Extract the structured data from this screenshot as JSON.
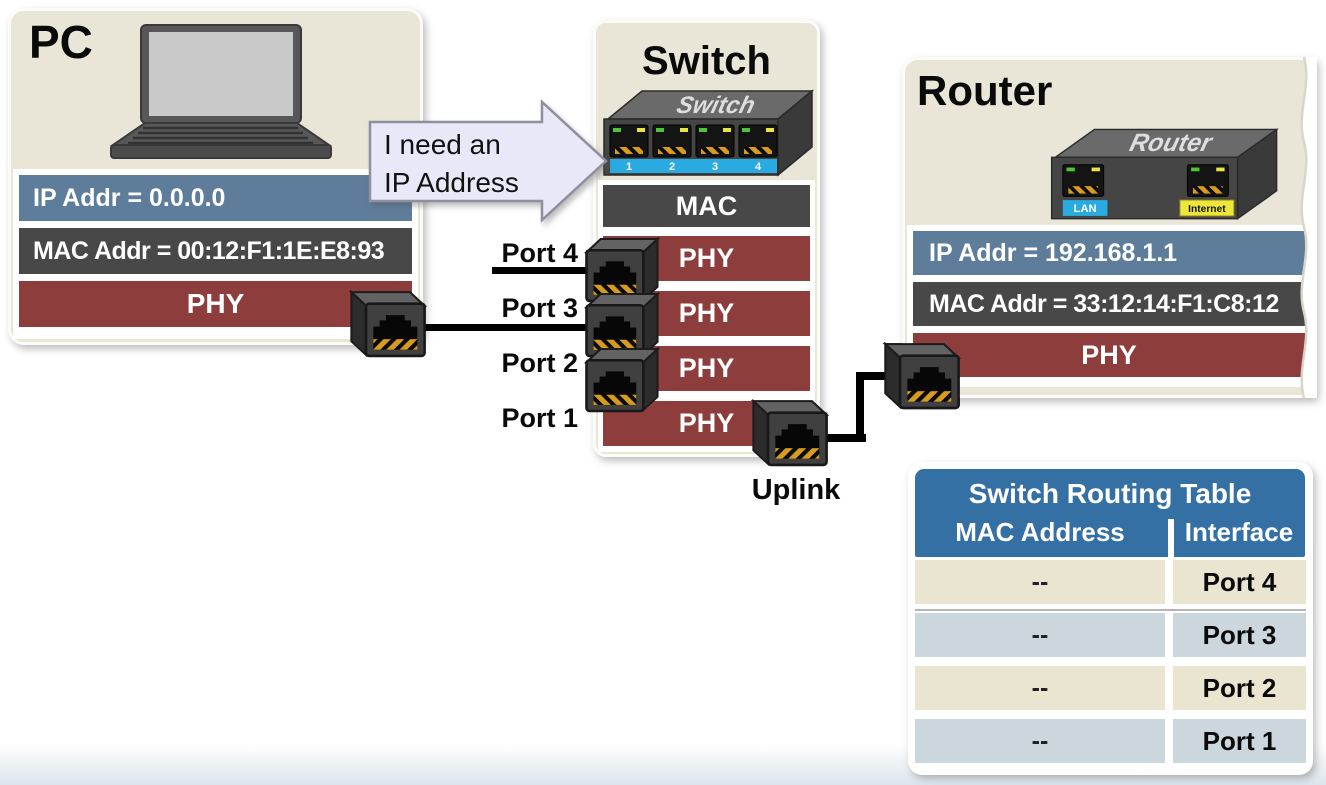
{
  "pc": {
    "title": "PC",
    "ip_bar": "IP Addr = 0.0.0.0",
    "mac_bar": "MAC Addr = 00:12:F1:1E:E8:93",
    "phy_bar": "PHY"
  },
  "callout": {
    "line1": "I need an",
    "line2": "IP Address"
  },
  "switch": {
    "title": "Switch",
    "device_label": "Switch",
    "device_ports": [
      "1",
      "2",
      "3",
      "4"
    ],
    "mac_bar": "MAC",
    "phy_bars": [
      "PHY",
      "PHY",
      "PHY",
      "PHY"
    ],
    "port_labels": [
      "Port 4",
      "Port 3",
      "Port 2",
      "Port 1"
    ],
    "uplink_label": "Uplink"
  },
  "router": {
    "title": "Router",
    "device_label": "Router",
    "lan_port_label": "LAN",
    "internet_port_label": "Internet",
    "ip_bar": "IP Addr = 192.168.1.1",
    "mac_bar": "MAC Addr = 33:12:14:F1:C8:12",
    "phy_bar": "PHY"
  },
  "routing_table": {
    "title": "Switch Routing Table",
    "columns": [
      "MAC Address",
      "Interface"
    ],
    "rows": [
      {
        "mac": "--",
        "interface": "Port 4"
      },
      {
        "mac": "--",
        "interface": "Port 3"
      },
      {
        "mac": "--",
        "interface": "Port 2"
      },
      {
        "mac": "--",
        "interface": "Port 1"
      }
    ]
  },
  "colors": {
    "panel_bg": "#e9e6d8",
    "ip_bar": "#5e7d9b",
    "mac_bar": "#484848",
    "phy_bar": "#8e3d3d",
    "table_header": "#3570a4",
    "row_beige": "#e9e5d1",
    "row_blue": "#ccd7dd",
    "device_port_strip": "#29abe2",
    "internet_label_bg": "#efe63a",
    "callout_fill": "#e8e8f8",
    "cable": "#000000"
  }
}
